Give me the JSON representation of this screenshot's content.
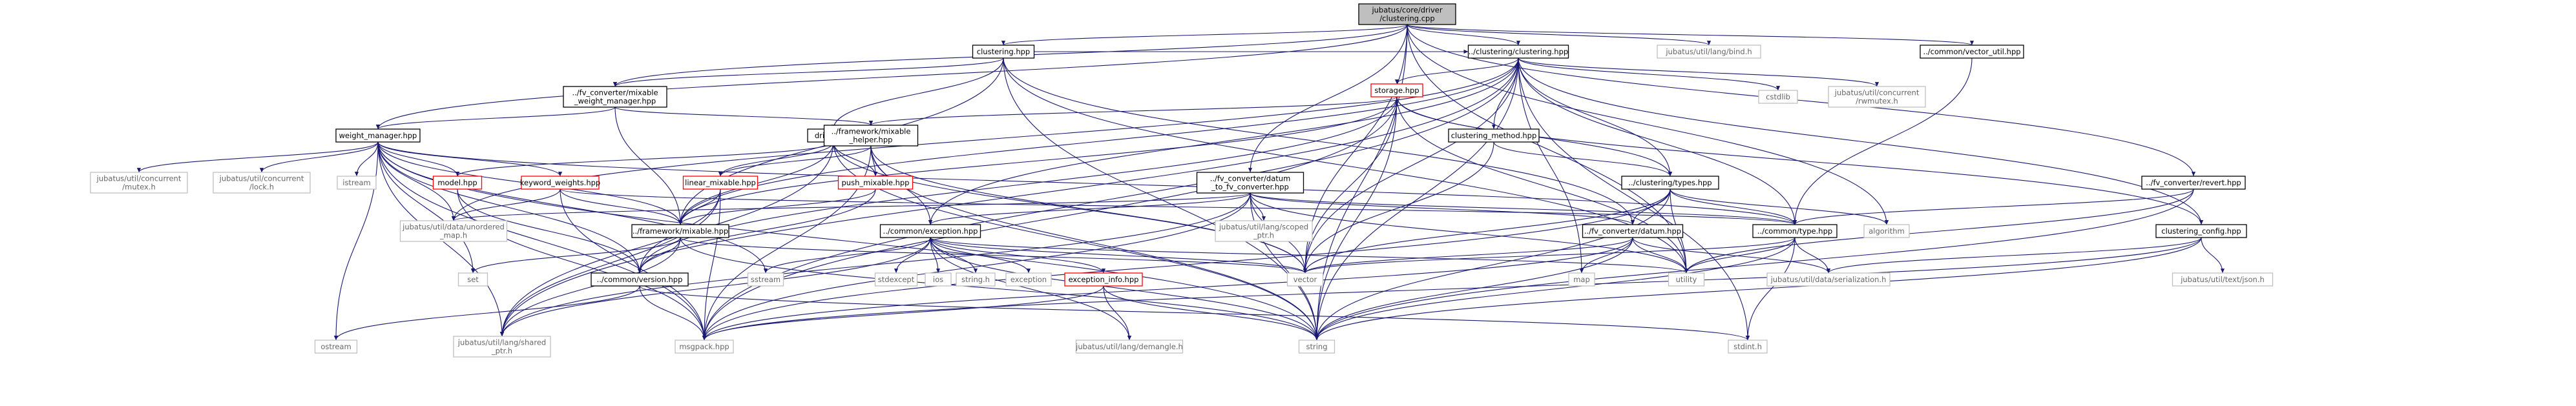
{
  "graph": {
    "nodes": [
      {
        "id": "root",
        "lines": [
          "jubatus/core/driver",
          "/clustering.cpp"
        ],
        "style": "root"
      },
      {
        "id": "clustering_hpp",
        "lines": [
          "clustering.hpp"
        ],
        "style": "normal"
      },
      {
        "id": "clustering_clustering_hpp",
        "lines": [
          "../clustering/clustering.hpp"
        ],
        "style": "normal"
      },
      {
        "id": "bind_h",
        "lines": [
          "jubatus/util/lang/bind.h"
        ],
        "style": "external"
      },
      {
        "id": "vector_util_hpp",
        "lines": [
          "../common/vector_util.hpp"
        ],
        "style": "normal"
      },
      {
        "id": "fvc_mixable_wm",
        "lines": [
          "../fv_converter/mixable",
          "_weight_manager.hpp"
        ],
        "style": "normal"
      },
      {
        "id": "storage_hpp",
        "lines": [
          "storage.hpp"
        ],
        "style": "red"
      },
      {
        "id": "cstdlib",
        "lines": [
          "cstdlib"
        ],
        "style": "external"
      },
      {
        "id": "concurrent_rwmutex",
        "lines": [
          "jubatus/util/concurrent",
          "/rwmutex.h"
        ],
        "style": "external"
      },
      {
        "id": "weight_manager_hpp",
        "lines": [
          "weight_manager.hpp"
        ],
        "style": "normal"
      },
      {
        "id": "driver_hpp",
        "lines": [
          "driver.hpp"
        ],
        "style": "normal"
      },
      {
        "id": "fw_mixable_helper",
        "lines": [
          "../framework/mixable",
          "_helper.hpp"
        ],
        "style": "normal"
      },
      {
        "id": "clustering_method_hpp",
        "lines": [
          "clustering_method.hpp"
        ],
        "style": "normal"
      },
      {
        "id": "clustering_types_hpp",
        "lines": [
          "../clustering/types.hpp"
        ],
        "style": "normal"
      },
      {
        "id": "fvc_revert_hpp",
        "lines": [
          "../fv_converter/revert.hpp"
        ],
        "style": "normal"
      },
      {
        "id": "concurrent_mutex",
        "lines": [
          "jubatus/util/concurrent",
          "/mutex.h"
        ],
        "style": "external"
      },
      {
        "id": "concurrent_lock",
        "lines": [
          "jubatus/util/concurrent",
          "/lock.h"
        ],
        "style": "external"
      },
      {
        "id": "istream",
        "lines": [
          "istream"
        ],
        "style": "external"
      },
      {
        "id": "model_hpp",
        "lines": [
          "model.hpp"
        ],
        "style": "red"
      },
      {
        "id": "keyword_weights",
        "lines": [
          "keyword_weights.hpp"
        ],
        "style": "red"
      },
      {
        "id": "linear_mixable",
        "lines": [
          "linear_mixable.hpp"
        ],
        "style": "red"
      },
      {
        "id": "push_mixable",
        "lines": [
          "push_mixable.hpp"
        ],
        "style": "red"
      },
      {
        "id": "fvc_datum_to_fv",
        "lines": [
          "../fv_converter/datum",
          "_to_fv_converter.hpp"
        ],
        "style": "normal"
      },
      {
        "id": "common_type_hpp",
        "lines": [
          "../common/type.hpp"
        ],
        "style": "normal"
      },
      {
        "id": "algorithm",
        "lines": [
          "algorithm"
        ],
        "style": "external"
      },
      {
        "id": "clustering_config",
        "lines": [
          "clustering_config.hpp"
        ],
        "style": "normal"
      },
      {
        "id": "unordered_map",
        "lines": [
          "jubatus/util/data/unordered",
          "_map.h"
        ],
        "style": "external"
      },
      {
        "id": "fw_mixable_hpp",
        "lines": [
          "../framework/mixable.hpp"
        ],
        "style": "normal"
      },
      {
        "id": "common_exception",
        "lines": [
          "../common/exception.hpp"
        ],
        "style": "normal"
      },
      {
        "id": "scoped_ptr",
        "lines": [
          "jubatus/util/lang/scoped",
          "_ptr.h"
        ],
        "style": "external"
      },
      {
        "id": "fvc_datum_hpp",
        "lines": [
          "../fv_converter/datum.hpp"
        ],
        "style": "normal"
      },
      {
        "id": "serialization",
        "lines": [
          "jubatus/util/data/serialization.h"
        ],
        "style": "external"
      },
      {
        "id": "text_json",
        "lines": [
          "jubatus/util/text/json.h"
        ],
        "style": "external"
      },
      {
        "id": "set",
        "lines": [
          "set"
        ],
        "style": "external"
      },
      {
        "id": "sstream",
        "lines": [
          "sstream"
        ],
        "style": "external"
      },
      {
        "id": "common_version",
        "lines": [
          "../common/version.hpp"
        ],
        "style": "normal"
      },
      {
        "id": "stdexcept",
        "lines": [
          "stdexcept"
        ],
        "style": "external"
      },
      {
        "id": "ios",
        "lines": [
          "ios"
        ],
        "style": "external"
      },
      {
        "id": "string_h",
        "lines": [
          "string.h"
        ],
        "style": "external"
      },
      {
        "id": "exception",
        "lines": [
          "exception"
        ],
        "style": "external"
      },
      {
        "id": "exception_info",
        "lines": [
          "exception_info.hpp"
        ],
        "style": "red"
      },
      {
        "id": "vector",
        "lines": [
          "vector"
        ],
        "style": "external"
      },
      {
        "id": "map",
        "lines": [
          "map"
        ],
        "style": "external"
      },
      {
        "id": "utility",
        "lines": [
          "utility"
        ],
        "style": "external"
      },
      {
        "id": "ostream",
        "lines": [
          "ostream"
        ],
        "style": "external"
      },
      {
        "id": "shared_ptr",
        "lines": [
          "jubatus/util/lang/shared",
          "_ptr.h"
        ],
        "style": "external"
      },
      {
        "id": "msgpack",
        "lines": [
          "msgpack.hpp"
        ],
        "style": "external"
      },
      {
        "id": "demangle",
        "lines": [
          "jubatus/util/lang/demangle.h"
        ],
        "style": "external"
      },
      {
        "id": "string",
        "lines": [
          "string"
        ],
        "style": "external"
      },
      {
        "id": "stdint",
        "lines": [
          "stdint.h"
        ],
        "style": "external"
      }
    ],
    "edges": [
      [
        "root",
        "clustering_hpp"
      ],
      [
        "root",
        "clustering_clustering_hpp"
      ],
      [
        "root",
        "bind_h"
      ],
      [
        "root",
        "vector_util_hpp"
      ],
      [
        "root",
        "weight_manager_hpp"
      ],
      [
        "root",
        "fvc_mixable_wm"
      ],
      [
        "root",
        "fvc_datum_to_fv"
      ],
      [
        "root",
        "fvc_revert_hpp"
      ],
      [
        "root",
        "vector"
      ],
      [
        "root",
        "string"
      ],
      [
        "root",
        "utility"
      ],
      [
        "root",
        "algorithm"
      ],
      [
        "clustering_hpp",
        "fvc_mixable_wm"
      ],
      [
        "clustering_hpp",
        "clustering_clustering_hpp"
      ],
      [
        "clustering_hpp",
        "driver_hpp"
      ],
      [
        "clustering_hpp",
        "fw_mixable_hpp"
      ],
      [
        "clustering_hpp",
        "fvc_datum_hpp"
      ],
      [
        "clustering_hpp",
        "string"
      ],
      [
        "clustering_hpp",
        "utility"
      ],
      [
        "clustering_clustering_hpp",
        "storage_hpp"
      ],
      [
        "clustering_clustering_hpp",
        "cstdlib"
      ],
      [
        "clustering_clustering_hpp",
        "concurrent_rwmutex"
      ],
      [
        "clustering_clustering_hpp",
        "clustering_method_hpp"
      ],
      [
        "clustering_clustering_hpp",
        "clustering_types_hpp"
      ],
      [
        "clustering_clustering_hpp",
        "clustering_config"
      ],
      [
        "clustering_clustering_hpp",
        "fw_mixable_hpp"
      ],
      [
        "clustering_clustering_hpp",
        "common_exception"
      ],
      [
        "clustering_clustering_hpp",
        "common_type_hpp"
      ],
      [
        "clustering_clustering_hpp",
        "shared_ptr"
      ],
      [
        "clustering_clustering_hpp",
        "vector"
      ],
      [
        "clustering_clustering_hpp",
        "string"
      ],
      [
        "clustering_clustering_hpp",
        "map"
      ],
      [
        "clustering_clustering_hpp",
        "msgpack"
      ],
      [
        "clustering_clustering_hpp",
        "stdint"
      ],
      [
        "clustering_clustering_hpp",
        "unordered_map"
      ],
      [
        "vector_util_hpp",
        "common_type_hpp"
      ],
      [
        "fvc_mixable_wm",
        "weight_manager_hpp"
      ],
      [
        "fvc_mixable_wm",
        "fw_mixable_helper"
      ],
      [
        "fvc_mixable_wm",
        "fw_mixable_hpp"
      ],
      [
        "storage_hpp",
        "fw_mixable_helper"
      ],
      [
        "storage_hpp",
        "clustering_types_hpp"
      ],
      [
        "storage_hpp",
        "common_version"
      ],
      [
        "storage_hpp",
        "vector"
      ],
      [
        "storage_hpp",
        "string"
      ],
      [
        "storage_hpp",
        "utility"
      ],
      [
        "storage_hpp",
        "msgpack"
      ],
      [
        "storage_hpp",
        "clustering_config"
      ],
      [
        "storage_hpp",
        "fw_mixable_hpp"
      ],
      [
        "weight_manager_hpp",
        "concurrent_mutex"
      ],
      [
        "weight_manager_hpp",
        "concurrent_lock"
      ],
      [
        "weight_manager_hpp",
        "istream"
      ],
      [
        "weight_manager_hpp",
        "model_hpp"
      ],
      [
        "weight_manager_hpp",
        "keyword_weights"
      ],
      [
        "weight_manager_hpp",
        "unordered_map"
      ],
      [
        "weight_manager_hpp",
        "fw_mixable_hpp"
      ],
      [
        "weight_manager_hpp",
        "common_version"
      ],
      [
        "weight_manager_hpp",
        "common_type_hpp"
      ],
      [
        "weight_manager_hpp",
        "shared_ptr"
      ],
      [
        "weight_manager_hpp",
        "ostream"
      ],
      [
        "weight_manager_hpp",
        "set"
      ],
      [
        "weight_manager_hpp",
        "sstream"
      ],
      [
        "weight_manager_hpp",
        "msgpack"
      ],
      [
        "weight_manager_hpp",
        "string"
      ],
      [
        "driver_hpp",
        "model_hpp"
      ],
      [
        "driver_hpp",
        "linear_mixable"
      ],
      [
        "driver_hpp",
        "push_mixable"
      ],
      [
        "driver_hpp",
        "fw_mixable_hpp"
      ],
      [
        "driver_hpp",
        "shared_ptr"
      ],
      [
        "driver_hpp",
        "string"
      ],
      [
        "driver_hpp",
        "vector"
      ],
      [
        "fw_mixable_helper",
        "linear_mixable"
      ],
      [
        "fw_mixable_helper",
        "push_mixable"
      ],
      [
        "fw_mixable_helper",
        "common_exception"
      ],
      [
        "fw_mixable_helper",
        "msgpack"
      ],
      [
        "fw_mixable_helper",
        "vector"
      ],
      [
        "fw_mixable_helper",
        "string"
      ],
      [
        "clustering_method_hpp",
        "clustering_types_hpp"
      ],
      [
        "clustering_method_hpp",
        "vector"
      ],
      [
        "clustering_types_hpp",
        "common_type_hpp"
      ],
      [
        "clustering_types_hpp",
        "fvc_datum_hpp"
      ],
      [
        "clustering_types_hpp",
        "vector"
      ],
      [
        "clustering_types_hpp",
        "utility"
      ],
      [
        "clustering_types_hpp",
        "string"
      ],
      [
        "clustering_types_hpp",
        "algorithm"
      ],
      [
        "clustering_types_hpp",
        "msgpack"
      ],
      [
        "fvc_revert_hpp",
        "common_type_hpp"
      ],
      [
        "fvc_revert_hpp",
        "utility"
      ],
      [
        "fvc_revert_hpp",
        "string"
      ],
      [
        "model_hpp",
        "common_version"
      ],
      [
        "model_hpp",
        "msgpack"
      ],
      [
        "keyword_weights",
        "common_type_hpp"
      ],
      [
        "keyword_weights",
        "unordered_map"
      ],
      [
        "keyword_weights",
        "fw_mixable_hpp"
      ],
      [
        "keyword_weights",
        "msgpack"
      ],
      [
        "linear_mixable",
        "fw_mixable_hpp"
      ],
      [
        "linear_mixable",
        "common_version"
      ],
      [
        "linear_mixable",
        "msgpack"
      ],
      [
        "linear_mixable",
        "shared_ptr"
      ],
      [
        "push_mixable",
        "fw_mixable_hpp"
      ],
      [
        "push_mixable",
        "common_version"
      ],
      [
        "fvc_datum_to_fv",
        "scoped_ptr"
      ],
      [
        "fvc_datum_to_fv",
        "fvc_datum_hpp"
      ],
      [
        "fvc_datum_to_fv",
        "common_type_hpp"
      ],
      [
        "fvc_datum_to_fv",
        "common_exception"
      ],
      [
        "fvc_datum_to_fv",
        "string"
      ],
      [
        "fvc_datum_to_fv",
        "vector"
      ],
      [
        "fvc_datum_to_fv",
        "utility"
      ],
      [
        "fvc_datum_to_fv",
        "shared_ptr"
      ],
      [
        "fvc_datum_to_fv",
        "unordered_map"
      ],
      [
        "fvc_datum_to_fv",
        "msgpack"
      ],
      [
        "common_type_hpp",
        "vector"
      ],
      [
        "common_type_hpp",
        "string"
      ],
      [
        "common_type_hpp",
        "utility"
      ],
      [
        "common_type_hpp",
        "stdint"
      ],
      [
        "common_type_hpp",
        "serialization"
      ],
      [
        "clustering_config",
        "serialization"
      ],
      [
        "clustering_config",
        "text_json"
      ],
      [
        "clustering_config",
        "msgpack"
      ],
      [
        "clustering_config",
        "string"
      ],
      [
        "fw_mixable_hpp",
        "set"
      ],
      [
        "fw_mixable_hpp",
        "common_version"
      ],
      [
        "fw_mixable_hpp",
        "vector"
      ],
      [
        "fw_mixable_hpp",
        "string"
      ],
      [
        "fw_mixable_hpp",
        "shared_ptr"
      ],
      [
        "common_exception",
        "stdexcept"
      ],
      [
        "common_exception",
        "ios"
      ],
      [
        "common_exception",
        "string_h"
      ],
      [
        "common_exception",
        "exception"
      ],
      [
        "common_exception",
        "exception_info"
      ],
      [
        "common_exception",
        "sstream"
      ],
      [
        "common_exception",
        "shared_ptr"
      ],
      [
        "common_exception",
        "vector"
      ],
      [
        "common_exception",
        "string"
      ],
      [
        "common_exception",
        "utility"
      ],
      [
        "common_exception",
        "demangle"
      ],
      [
        "fvc_datum_hpp",
        "vector"
      ],
      [
        "fvc_datum_hpp",
        "map"
      ],
      [
        "fvc_datum_hpp",
        "utility"
      ],
      [
        "fvc_datum_hpp",
        "string"
      ],
      [
        "fvc_datum_hpp",
        "msgpack"
      ],
      [
        "fvc_datum_hpp",
        "serialization"
      ],
      [
        "common_version",
        "msgpack"
      ],
      [
        "common_version",
        "ostream"
      ],
      [
        "common_version",
        "stdint"
      ],
      [
        "exception_info",
        "msgpack"
      ],
      [
        "exception_info",
        "demangle"
      ],
      [
        "exception_info",
        "string"
      ]
    ]
  },
  "colors": {
    "root_fill": "#bfbfbf",
    "normal_stroke": "#000000",
    "red_stroke": "#ff0000",
    "external_stroke": "#bfbfbf",
    "external_text": "#666666",
    "edge": "#191970"
  }
}
